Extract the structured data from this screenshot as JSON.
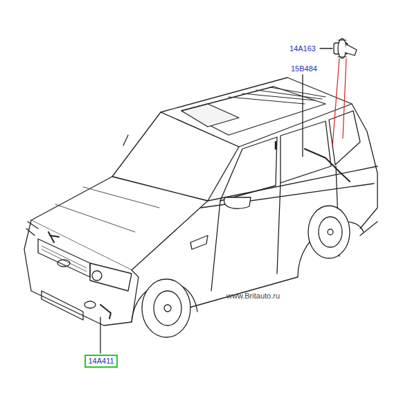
{
  "diagram": {
    "nodes": [
      {
        "text": [
          "14A411"
        ]
      }
    ],
    "labels": [
      "14A163",
      "15B484",
      "www.Britauto.ru"
    ]
  }
}
